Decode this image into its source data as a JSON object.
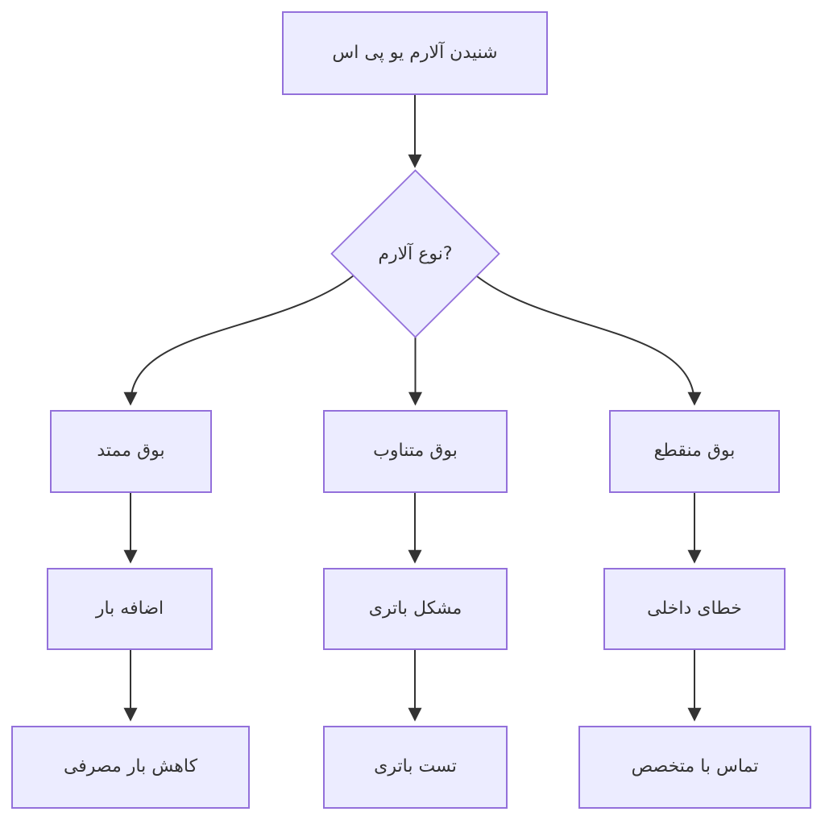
{
  "diagram": {
    "type": "flowchart",
    "direction": "top-down",
    "colors": {
      "node_fill": "#ECECFF",
      "node_border": "#9370DB",
      "edge": "#333333",
      "text": "#333333",
      "background": "#FFFFFF"
    },
    "nodes": {
      "start": {
        "label": "شنیدن آلارم یو پی اس",
        "shape": "rectangle"
      },
      "decision": {
        "label": "نوع آلارم?",
        "shape": "diamond"
      },
      "beep_continuous": {
        "label": "بوق ممتد",
        "shape": "rectangle"
      },
      "beep_alternating": {
        "label": "بوق متناوب",
        "shape": "rectangle"
      },
      "beep_intermittent": {
        "label": "بوق منقطع",
        "shape": "rectangle"
      },
      "overload": {
        "label": "اضافه بار",
        "shape": "rectangle"
      },
      "battery_problem": {
        "label": "مشکل باتری",
        "shape": "rectangle"
      },
      "internal_error": {
        "label": "خطای داخلی",
        "shape": "rectangle"
      },
      "reduce_load": {
        "label": "کاهش بار مصرفی",
        "shape": "rectangle"
      },
      "battery_test": {
        "label": "تست باتری",
        "shape": "rectangle"
      },
      "contact_specialist": {
        "label": "تماس با متخصص",
        "shape": "rectangle"
      }
    },
    "edges": [
      {
        "from": "start",
        "to": "decision"
      },
      {
        "from": "decision",
        "to": "beep_continuous"
      },
      {
        "from": "decision",
        "to": "beep_alternating"
      },
      {
        "from": "decision",
        "to": "beep_intermittent"
      },
      {
        "from": "beep_continuous",
        "to": "overload"
      },
      {
        "from": "beep_alternating",
        "to": "battery_problem"
      },
      {
        "from": "beep_intermittent",
        "to": "internal_error"
      },
      {
        "from": "overload",
        "to": "reduce_load"
      },
      {
        "from": "battery_problem",
        "to": "battery_test"
      },
      {
        "from": "internal_error",
        "to": "contact_specialist"
      }
    ]
  }
}
